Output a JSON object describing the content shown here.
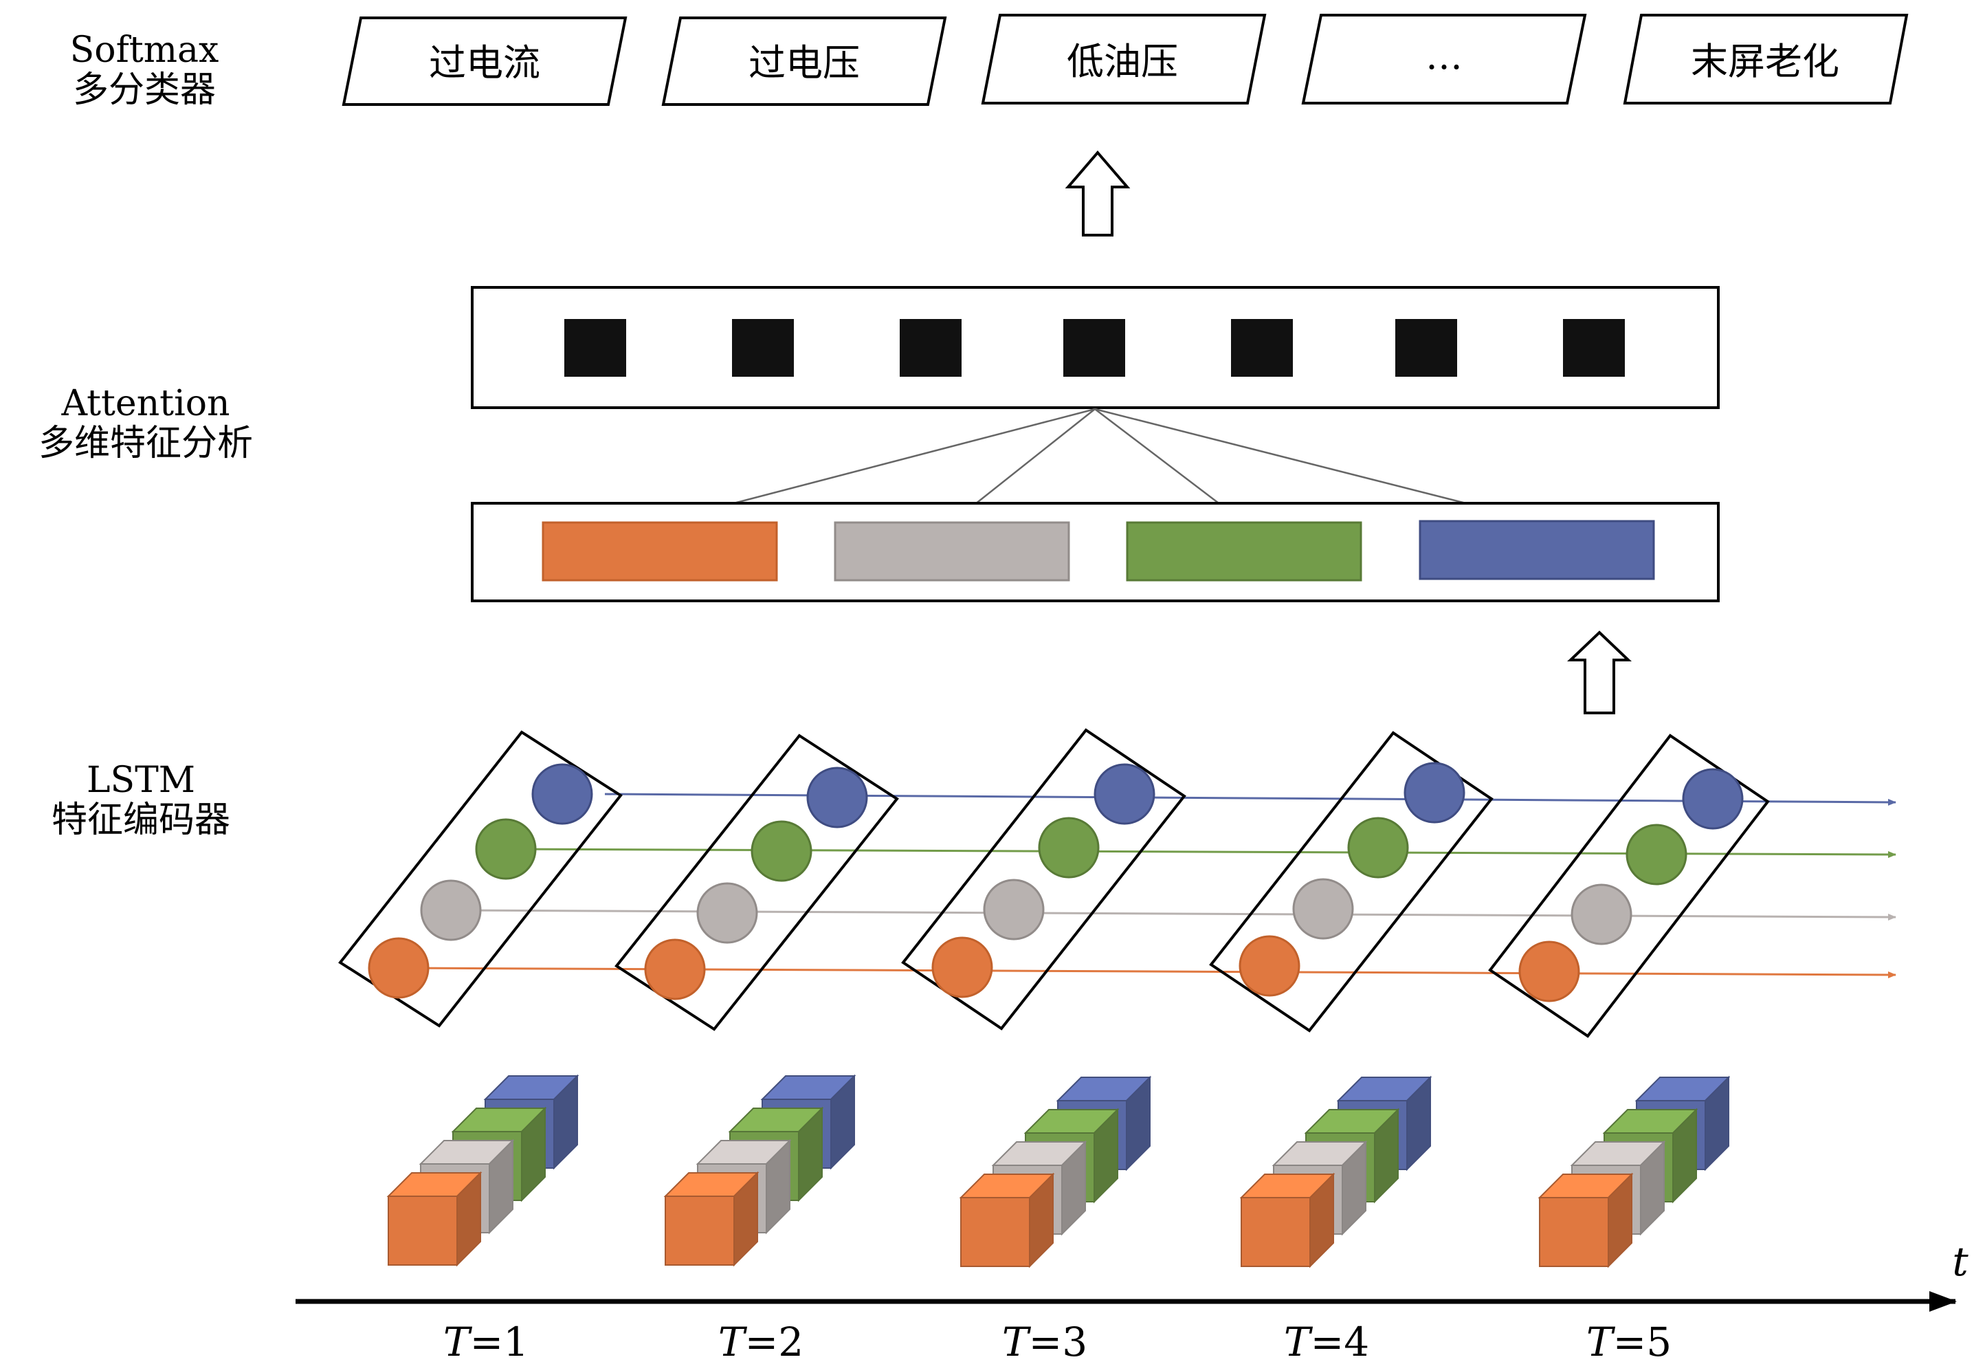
{
  "layers": {
    "softmax": {
      "line1": "Softmax",
      "line2": "多分类器"
    },
    "attention": {
      "line1": "Attention",
      "line2": "多维特征分析"
    },
    "lstm": {
      "line1": "LSTM",
      "line2": "特征编码器"
    }
  },
  "outputs": [
    "过电流",
    "过电压",
    "低油压",
    "…",
    "末屏老化"
  ],
  "time_axis": {
    "label": "t",
    "steps": [
      {
        "var": "T",
        "value": "=1"
      },
      {
        "var": "T",
        "value": "=2"
      },
      {
        "var": "T",
        "value": "=3"
      },
      {
        "var": "T",
        "value": "=4"
      },
      {
        "var": "T",
        "value": "=5"
      }
    ]
  },
  "colors": {
    "blue": "#5969a6",
    "green": "#739c4a",
    "gray": "#b8b2b0",
    "orange": "#e07840",
    "black": "#111111"
  },
  "feature_channels": [
    "orange",
    "gray",
    "green",
    "blue"
  ],
  "attention_cells": 7
}
